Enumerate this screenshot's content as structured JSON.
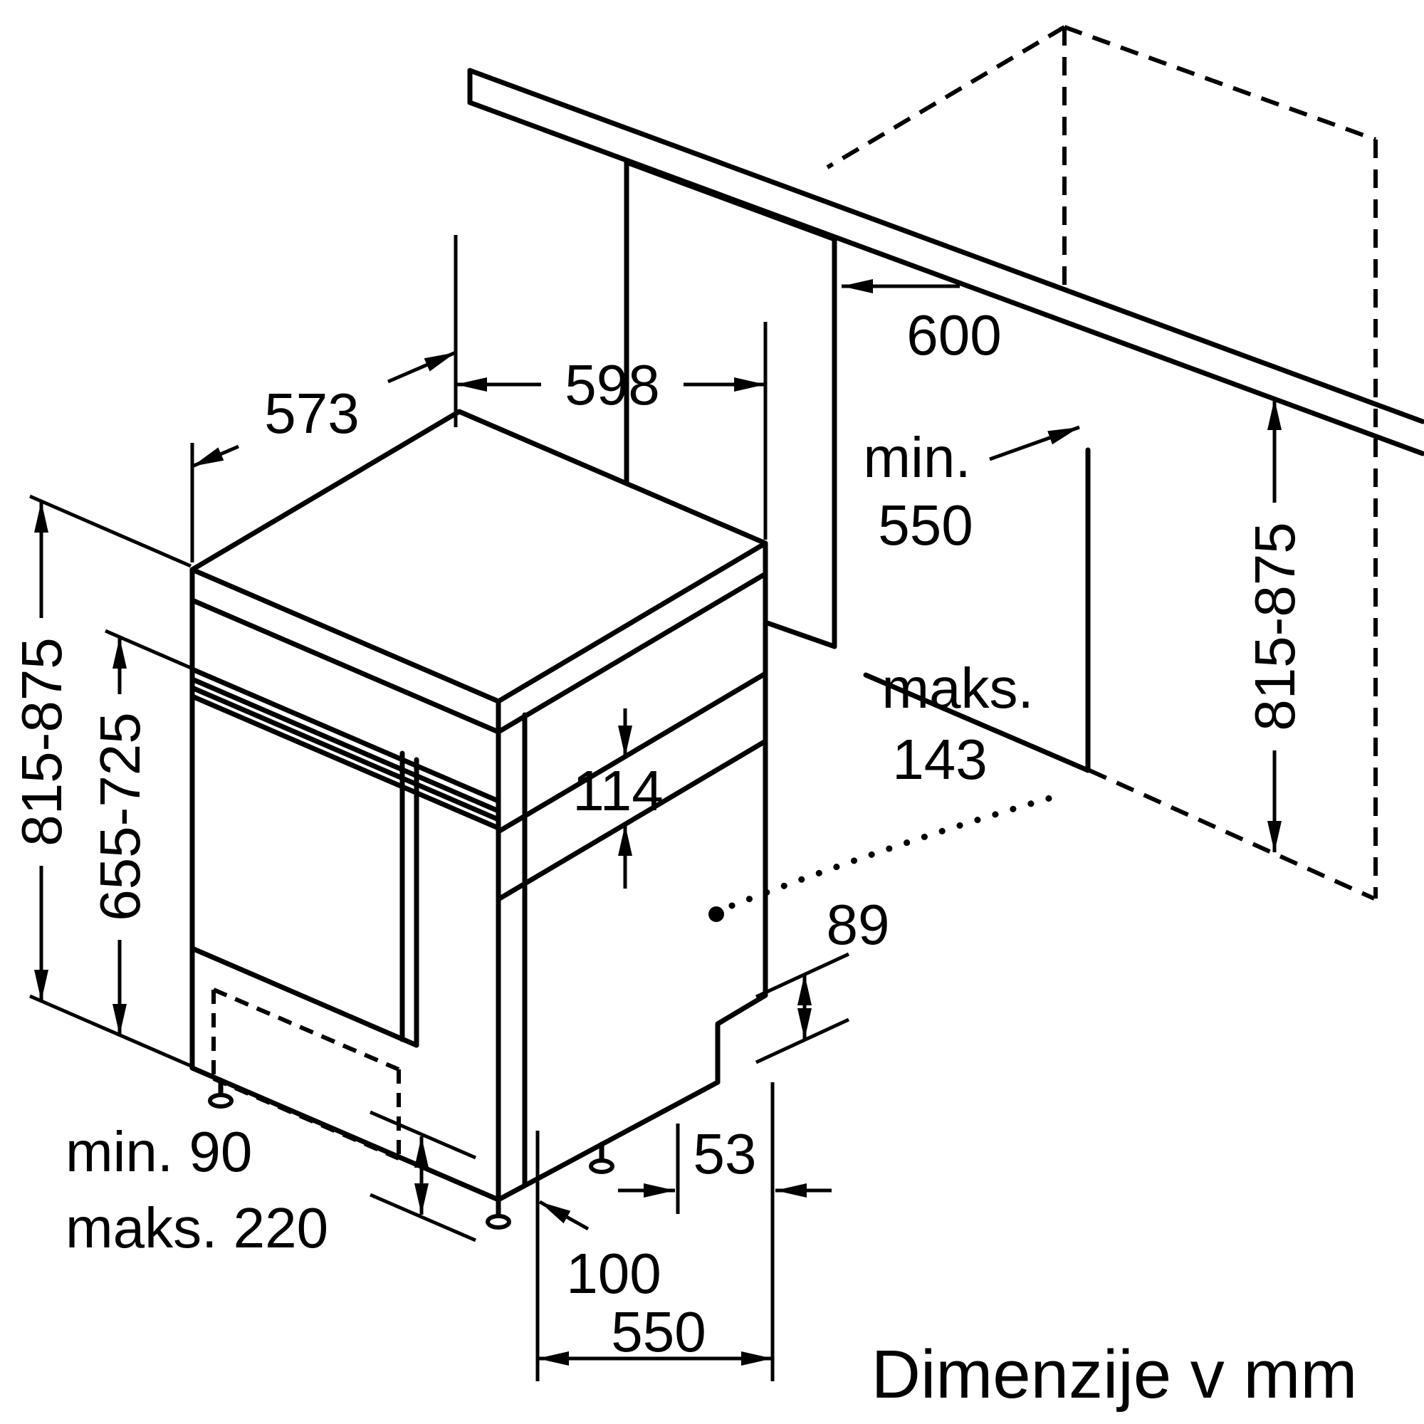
{
  "title": "Dimenzije v mm",
  "machine": {
    "top_depth": "573",
    "top_width": "598",
    "height_range": "815-875",
    "door_panel_height_range": "655-725",
    "control_panel_height": "114",
    "door_max_protrusion_label": "maks.",
    "door_max_protrusion_value": "143",
    "rear_step_height": "89",
    "plinth_min": "min. 90",
    "plinth_max": "maks. 220",
    "rear_bottom_clearance": "53",
    "plinth_recess_depth": "100",
    "base_depth": "550"
  },
  "niche": {
    "width": "600",
    "min_depth_label": "min.",
    "min_depth_value": "550",
    "height_range": "815-875"
  }
}
